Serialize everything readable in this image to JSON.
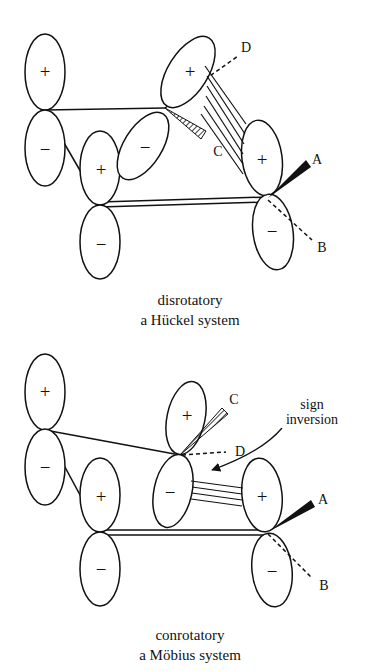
{
  "diagram": {
    "labels": [
      "+",
      "−",
      "+",
      "D",
      "−",
      "+",
      "C",
      "+",
      "A",
      "−",
      "−",
      "B",
      "disrotatory",
      "a Hückel system",
      "+",
      "+",
      "C",
      "sign inversion",
      "D",
      "−",
      "−",
      "+",
      "+",
      "A",
      "−",
      "−",
      "B",
      "conrotatory",
      "a Möbius system"
    ]
  }
}
